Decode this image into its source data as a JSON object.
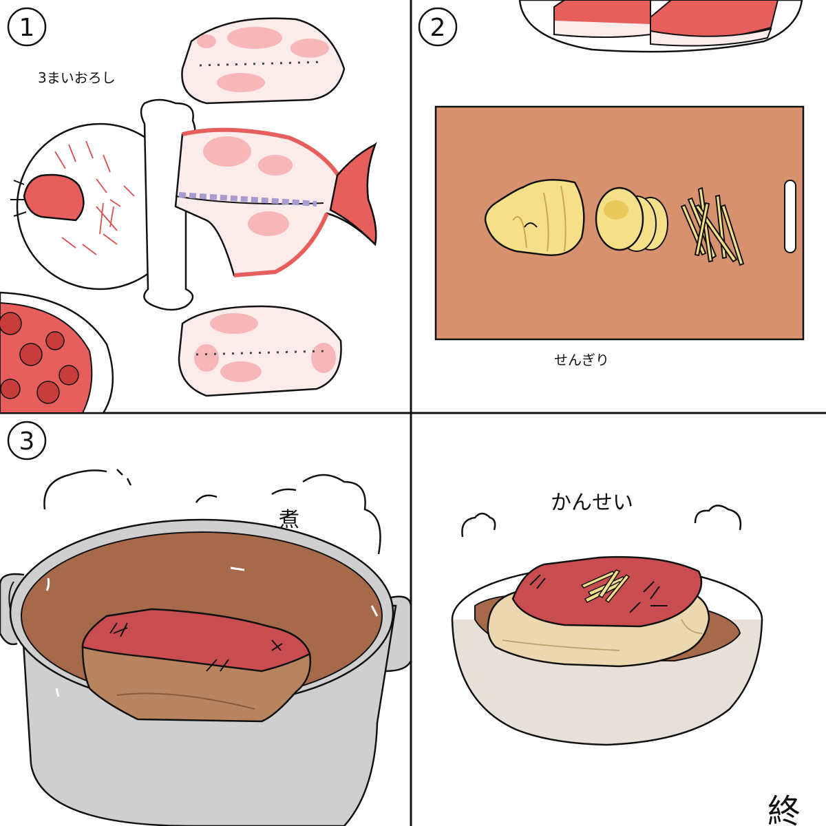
{
  "panels": [
    {
      "number": "1",
      "caption": "3まいおろし"
    },
    {
      "number": "2",
      "caption": "せんぎり"
    },
    {
      "number": "3",
      "caption": "煮"
    },
    {
      "number": "",
      "caption": "かんせい"
    }
  ],
  "end_mark": "終"
}
